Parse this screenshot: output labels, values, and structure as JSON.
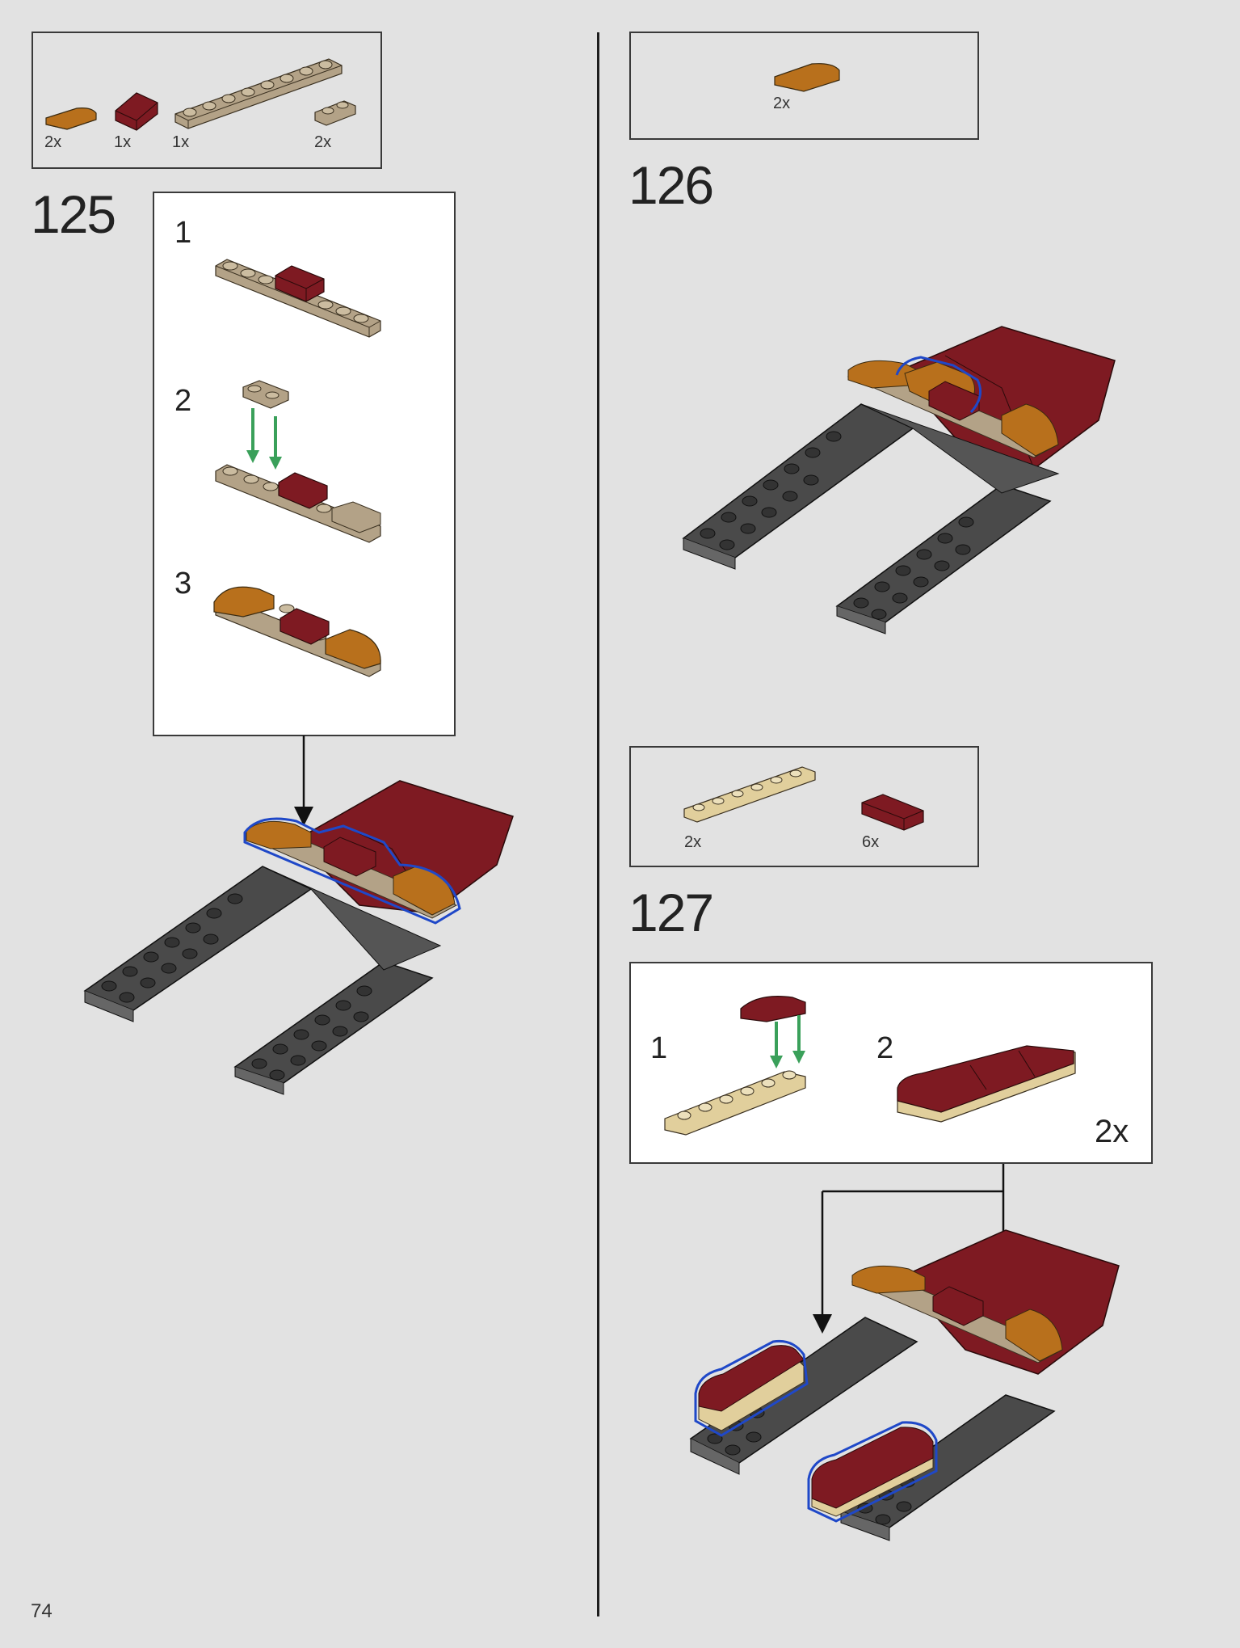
{
  "page": {
    "number": "74"
  },
  "steps": [
    {
      "number": "125",
      "parts": [
        {
          "qty": "2x",
          "color": "#b8701c",
          "name": "curved-tile-2x2-corner"
        },
        {
          "qty": "1x",
          "color": "#7e1a22",
          "name": "slope-1x2"
        },
        {
          "qty": "1x",
          "color": "#b3a287",
          "name": "plate-1x8"
        },
        {
          "qty": "2x",
          "color": "#b3a287",
          "name": "plate-1x2"
        }
      ],
      "substeps": [
        "1",
        "2",
        "3"
      ]
    },
    {
      "number": "126",
      "parts": [
        {
          "qty": "2x",
          "color": "#b8701c",
          "name": "curved-tile-2x2-corner"
        }
      ]
    },
    {
      "number": "127",
      "parts": [
        {
          "qty": "2x",
          "color": "#e1cf9c",
          "name": "plate-1x6"
        },
        {
          "qty": "6x",
          "color": "#7e1a22",
          "name": "curved-slope-2x2"
        }
      ],
      "substeps": [
        "1",
        "2"
      ],
      "multiplier": "2x"
    }
  ],
  "colors": {
    "dark_red": "#7e1a22",
    "tan": "#b3a287",
    "light_tan": "#e1cf9c",
    "orange_brown": "#b8701c",
    "dark_gray": "#505050",
    "highlight_blue": "#1f48c8",
    "arrow_green": "#3aa05a"
  }
}
